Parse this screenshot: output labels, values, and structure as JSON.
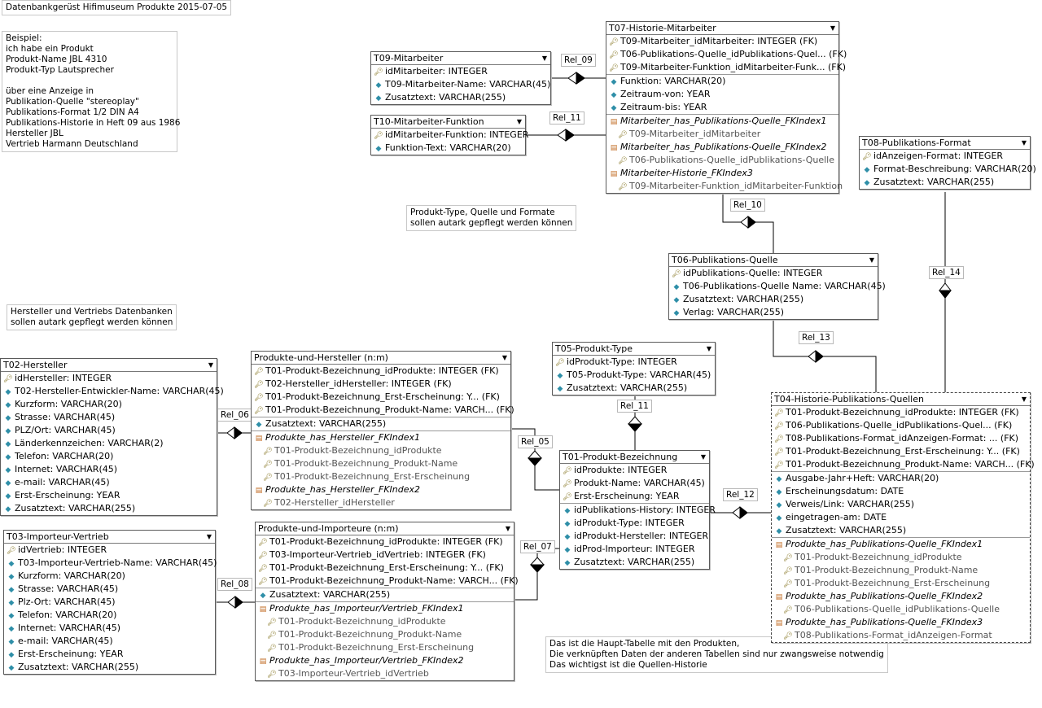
{
  "title": "Datenbankgerüst Hifimuseum Produkte 2015-07-05",
  "notes": {
    "example": "Beispiel:\nich habe ein Produkt\nProdukt-Name JBL 4310\nProdukt-Typ Lautsprecher\n\nüber eine Anzeige in\nPublikation-Quelle \"stereoplay\"\nPublikations-Format 1/2 DIN A4\nPublikations-Historie in Heft 09 aus 1986\nHersteller JBL\nVertrieb Harmann Deutschland",
    "types": "Produkt-Type, Quelle und Formate\nsollen autark gepflegt werden können",
    "hersteller": "Hersteller und Vertriebs Datenbanken\nsollen autark gepflegt werden können",
    "main": "Das ist die Haupt-Tabelle mit den Produkten,\nDie verknüpften Daten der anderen Tabellen sind nur zwangsweise notwendig\nDas wichtigst ist die Quellen-Historie"
  },
  "relations": {
    "rel05": "Rel_05",
    "rel06": "Rel_06",
    "rel07": "Rel_07",
    "rel08": "Rel_08",
    "rel09": "Rel_09",
    "rel10": "Rel_10",
    "rel11a": "Rel_11",
    "rel11b": "Rel_11",
    "rel12": "Rel_12",
    "rel13": "Rel_13",
    "rel14": "Rel_14"
  },
  "icons": {
    "key": "key-icon",
    "fk": "foreign-key-icon",
    "column": "column-diamond-icon",
    "index": "index-icon",
    "dropdown": "dropdown-arrow-icon"
  },
  "tables": {
    "t09": {
      "name": "T09-Mitarbeiter",
      "columns": [
        "idMitarbeiter: INTEGER",
        "T09-Mitarbeiter-Name: VARCHAR(45)",
        "Zusatztext: VARCHAR(255)"
      ]
    },
    "t10": {
      "name": "T10-Mitarbeiter-Funktion",
      "columns": [
        "idMitarbeiter-Funktion: INTEGER",
        "Funktion-Text: VARCHAR(20)"
      ]
    },
    "t07": {
      "name": "T07-Historie-Mitarbeiter",
      "fks": [
        "T09-Mitarbeiter_idMitarbeiter: INTEGER (FK)",
        "T06-Publikations-Quelle_idPublikations-Quel... (FK)",
        "T09-Mitarbeiter-Funktion_idMitarbeiter-Funk... (FK)"
      ],
      "columns": [
        "Funktion: VARCHAR(20)",
        "Zeitraum-von: YEAR",
        "Zeitraum-bis: YEAR"
      ],
      "indexes": [
        {
          "name": "Mitarbeiter_has_Publikations-Quelle_FKIndex1",
          "cols": [
            "T09-Mitarbeiter_idMitarbeiter"
          ]
        },
        {
          "name": "Mitarbeiter_has_Publikations-Quelle_FKIndex2",
          "cols": [
            "T06-Publikations-Quelle_idPublikations-Quelle"
          ]
        },
        {
          "name": "Mitarbeiter-Historie_FKIndex3",
          "cols": [
            "T09-Mitarbeiter-Funktion_idMitarbeiter-Funktion"
          ]
        }
      ]
    },
    "t08": {
      "name": "T08-Publikations-Format",
      "columns": [
        "idAnzeigen-Format: INTEGER",
        "Format-Beschreibung: VARCHAR(20)",
        "Zusatztext: VARCHAR(255)"
      ]
    },
    "t06": {
      "name": "T06-Publikations-Quelle",
      "columns": [
        "idPublikations-Quelle: INTEGER",
        "T06-Publikations-Quelle Name: VARCHAR(45)",
        "Zusatztext: VARCHAR(255)",
        "Verlag: VARCHAR(255)"
      ]
    },
    "t05": {
      "name": "T05-Produkt-Type",
      "columns": [
        "idProdukt-Type: INTEGER",
        "T05-Produkt-Type: VARCHAR(45)",
        "Zusatztext: VARCHAR(255)"
      ]
    },
    "t02": {
      "name": "T02-Hersteller",
      "columns": [
        "idHersteller: INTEGER",
        "T02-Hersteller-Entwickler-Name: VARCHAR(45)",
        "Kurzform: VARCHAR(20)",
        "Strasse: VARCHAR(45)",
        "PLZ/Ort: VARCHAR(45)",
        "Länderkennzeichen: VARCHAR(2)",
        "Telefon: VARCHAR(20)",
        "Internet: VARCHAR(45)",
        "e-mail: VARCHAR(45)",
        "Erst-Erscheinung: YEAR",
        "Zusatztext: VARCHAR(255)"
      ]
    },
    "pher": {
      "name": "Produkte-und-Hersteller (n:m)",
      "fks": [
        "T01-Produkt-Bezeichnung_idProdukte: INTEGER (FK)",
        "T02-Hersteller_idHersteller: INTEGER (FK)",
        "T01-Produkt-Bezeichnung_Erst-Erscheinung: Y... (FK)",
        "T01-Produkt-Bezeichnung_Produkt-Name: VARCH... (FK)"
      ],
      "columns": [
        "Zusatztext: VARCHAR(255)"
      ],
      "indexes": [
        {
          "name": "Produkte_has_Hersteller_FKIndex1",
          "cols": [
            "T01-Produkt-Bezeichnung_idProdukte",
            "T01-Produkt-Bezeichnung_Produkt-Name",
            "T01-Produkt-Bezeichnung_Erst-Erscheinung"
          ]
        },
        {
          "name": "Produkte_has_Hersteller_FKIndex2",
          "cols": [
            "T02-Hersteller_idHersteller"
          ]
        }
      ]
    },
    "t01": {
      "name": "T01-Produkt-Bezeichnung",
      "keys": [
        "idProdukte: INTEGER",
        "Produkt-Name: VARCHAR(45)",
        "Erst-Erscheinung: YEAR"
      ],
      "columns": [
        "idPublikations-History: INTEGER",
        "idProdukt-Type: INTEGER",
        "idProdukt-Hersteller: INTEGER",
        "idProd-Importeur: INTEGER",
        "Zusatztext: VARCHAR(255)"
      ]
    },
    "t03": {
      "name": "T03-Importeur-Vertrieb",
      "columns": [
        "idVertrieb: INTEGER",
        "T03-Importeur-Vertrieb-Name: VARCHAR(45)",
        "Kurzform: VARCHAR(20)",
        "Strasse: VARCHAR(45)",
        "Plz-Ort: VARCHAR(45)",
        "Telefon: VARCHAR(20)",
        "Internet: VARCHAR(45)",
        "e-mail: VARCHAR(45)",
        "Erst-Erscheinung: YEAR",
        "Zusatztext: VARCHAR(255)"
      ]
    },
    "pimp": {
      "name": "Produkte-und-Importeure (n:m)",
      "fks": [
        "T01-Produkt-Bezeichnung_idProdukte: INTEGER (FK)",
        "T03-Importeur-Vertrieb_idVertrieb: INTEGER (FK)",
        "T01-Produkt-Bezeichnung_Erst-Erscheinung: Y... (FK)",
        "T01-Produkt-Bezeichnung_Produkt-Name: VARCH... (FK)"
      ],
      "columns": [
        "Zusatztext: VARCHAR(255)"
      ],
      "indexes": [
        {
          "name": "Produkte_has_Importeur/Vertrieb_FKIndex1",
          "cols": [
            "T01-Produkt-Bezeichnung_idProdukte",
            "T01-Produkt-Bezeichnung_Produkt-Name",
            "T01-Produkt-Bezeichnung_Erst-Erscheinung"
          ]
        },
        {
          "name": "Produkte_has_Importeur/Vertrieb_FKIndex2",
          "cols": [
            "T03-Importeur-Vertrieb_idVertrieb"
          ]
        }
      ]
    },
    "t04": {
      "name": "T04-Historie-Publikations-Quellen",
      "fks": [
        "T01-Produkt-Bezeichnung_idProdukte: INTEGER (FK)",
        "T06-Publikations-Quelle_idPublikations-Quel... (FK)",
        "T08-Publikations-Format_idAnzeigen-Format: ... (FK)",
        "T01-Produkt-Bezeichnung_Erst-Erscheinung: Y... (FK)",
        "T01-Produkt-Bezeichnung_Produkt-Name: VARCH... (FK)"
      ],
      "columns": [
        "Ausgabe-Jahr+Heft: VARCHAR(20)",
        "Erscheinungsdatum: DATE",
        "Verweis/Link: VARCHAR(255)",
        "eingetragen-am: DATE",
        "Zusatztext: VARCHAR(255)"
      ],
      "indexes": [
        {
          "name": "Produkte_has_Publikations-Quelle_FKIndex1",
          "cols": [
            "T01-Produkt-Bezeichnung_idProdukte",
            "T01-Produkt-Bezeichnung_Produkt-Name",
            "T01-Produkt-Bezeichnung_Erst-Erscheinung"
          ]
        },
        {
          "name": "Produkte_has_Publikations-Quelle_FKIndex2",
          "cols": [
            "T06-Publikations-Quelle_idPublikations-Quelle"
          ]
        },
        {
          "name": "Produkte_has_Publikations-Quelle_FKIndex3",
          "cols": [
            "T08-Publikations-Format_idAnzeigen-Format"
          ]
        }
      ]
    }
  }
}
